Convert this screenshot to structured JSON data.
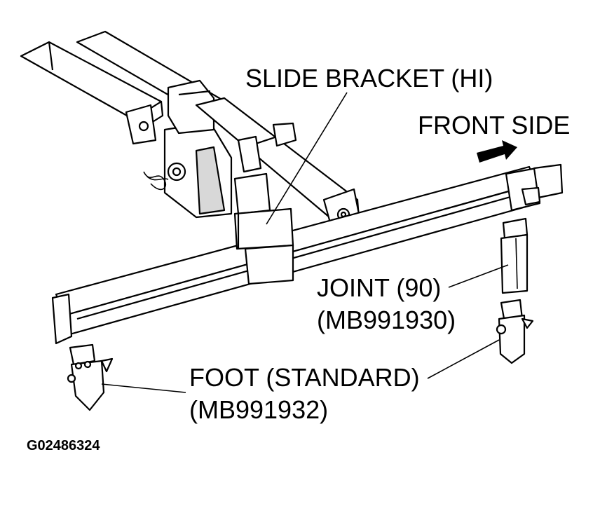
{
  "labels": {
    "slide_bracket": "SLIDE BRACKET (HI)",
    "front_side": "FRONT SIDE",
    "joint_line1": "JOINT (90)",
    "joint_line2": "(MB991930)",
    "foot_line1": "FOOT (STANDARD)",
    "foot_line2": "(MB991932)"
  },
  "figure_id": "G02486324",
  "colors": {
    "line": "#000000",
    "background": "#ffffff",
    "shade": "#d8d8d8"
  }
}
